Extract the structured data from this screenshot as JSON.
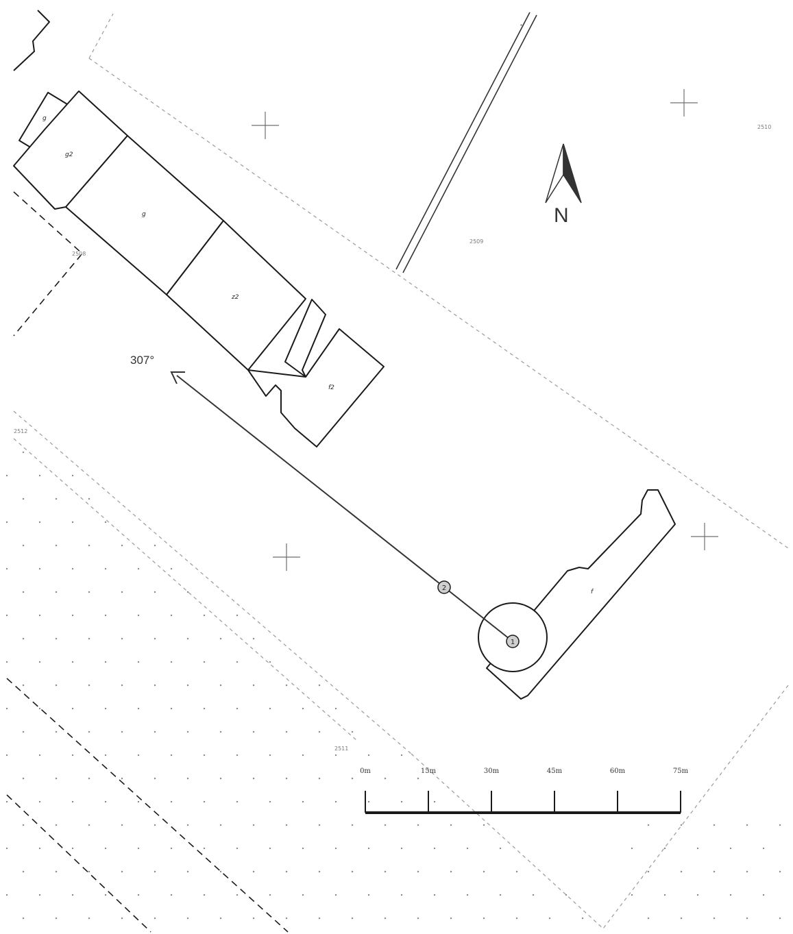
{
  "map": {
    "bearing_label": "307°",
    "north_label": "N",
    "building_labels": [
      "g",
      "g2",
      "g",
      "z2",
      "f2",
      "f"
    ],
    "parcel_numbers": [
      "2510",
      "2509",
      "2508",
      "2511",
      "2512"
    ],
    "markers": [
      "1",
      "2"
    ],
    "scale_bar": {
      "labels": [
        "0m",
        "15m",
        "30m",
        "45m",
        "60m",
        "75m"
      ]
    }
  }
}
